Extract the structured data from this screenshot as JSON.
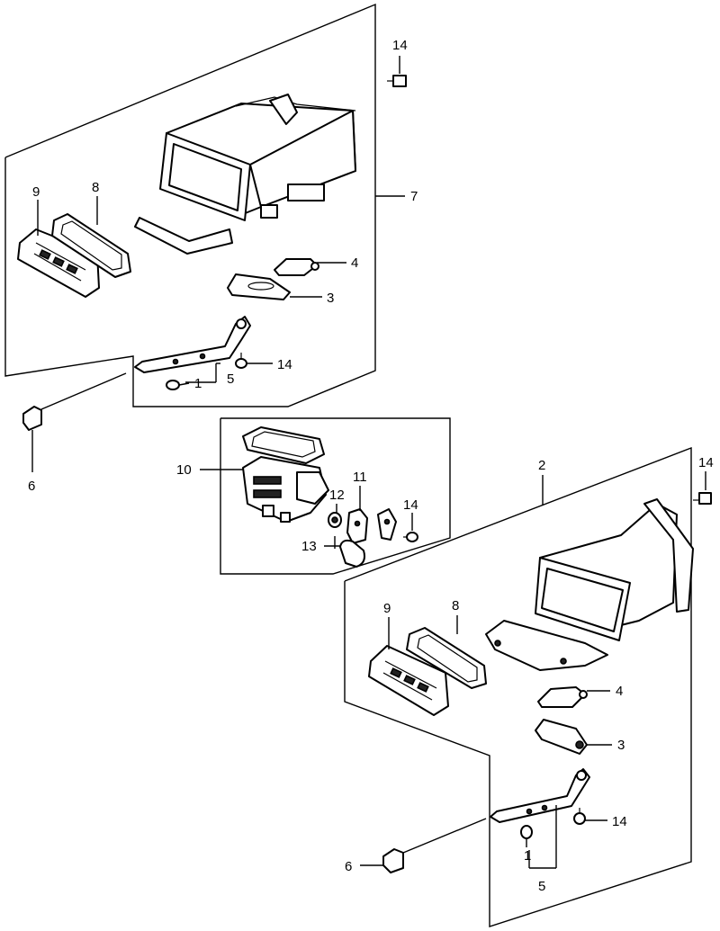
{
  "callouts": {
    "top_14": "14",
    "top_9": "9",
    "top_8": "8",
    "top_7": "7",
    "top_4": "4",
    "top_3": "3",
    "top_14b": "14",
    "top_1": "1",
    "top_5": "5",
    "left_6": "6",
    "mid_10": "10",
    "mid_11": "11",
    "mid_12": "12",
    "mid_14": "14",
    "mid_13": "13",
    "bot_2": "2",
    "bot_14": "14",
    "bot_9": "9",
    "bot_8": "8",
    "bot_4": "4",
    "bot_3": "3",
    "bot_14b": "14",
    "bot_1": "1",
    "bot_5": "5",
    "bot_6": "6"
  }
}
